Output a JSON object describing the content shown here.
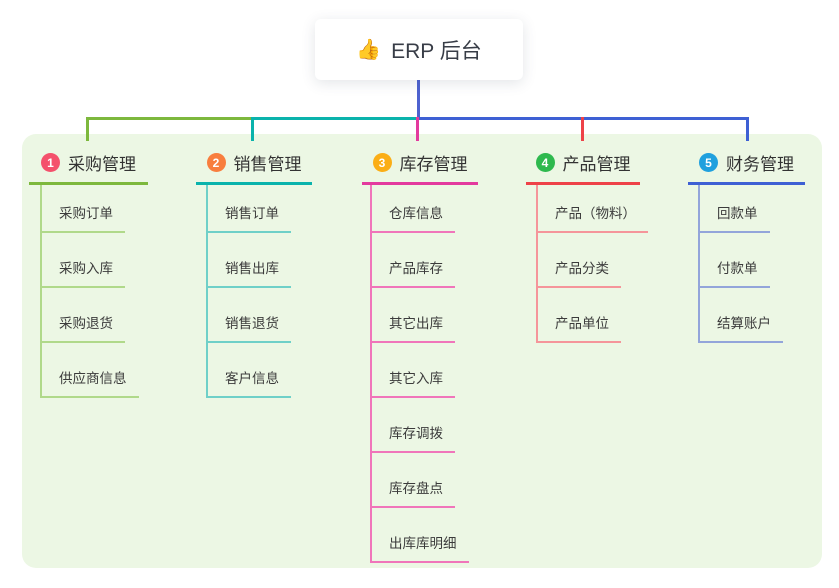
{
  "root": {
    "icon": "👍",
    "label": "ERP 后台",
    "connector_color": "#4e62d0"
  },
  "panel_bg": "#ecf7e4",
  "branches": [
    {
      "number": "1",
      "label": "采购管理",
      "badge_color": "#f4516c",
      "line_color": "#7db83d",
      "child_line_color": "#b0d98a",
      "children": [
        "采购订单",
        "采购入库",
        "采购退货",
        "供应商信息"
      ]
    },
    {
      "number": "2",
      "label": "销售管理",
      "badge_color": "#f87e3e",
      "line_color": "#0ab3ac",
      "child_line_color": "#6fd0c8",
      "children": [
        "销售订单",
        "销售出库",
        "销售退货",
        "客户信息"
      ]
    },
    {
      "number": "3",
      "label": "库存管理",
      "badge_color": "#fbae16",
      "line_color": "#e33a9e",
      "child_line_color": "#f075ba",
      "children": [
        "仓库信息",
        "产品库存",
        "其它出库",
        "其它入库",
        "库存调拨",
        "库存盘点",
        "出库库明细"
      ]
    },
    {
      "number": "4",
      "label": "产品管理",
      "badge_color": "#2eb94e",
      "line_color": "#ee4248",
      "child_line_color": "#f5959a",
      "children": [
        "产品（物料）",
        "产品分类",
        "产品单位"
      ]
    },
    {
      "number": "5",
      "label": "财务管理",
      "badge_color": "#1fa0de",
      "line_color": "#3e60d4",
      "child_line_color": "#93a5da",
      "children": [
        "回款单",
        "付款单",
        "结算账户"
      ]
    }
  ]
}
